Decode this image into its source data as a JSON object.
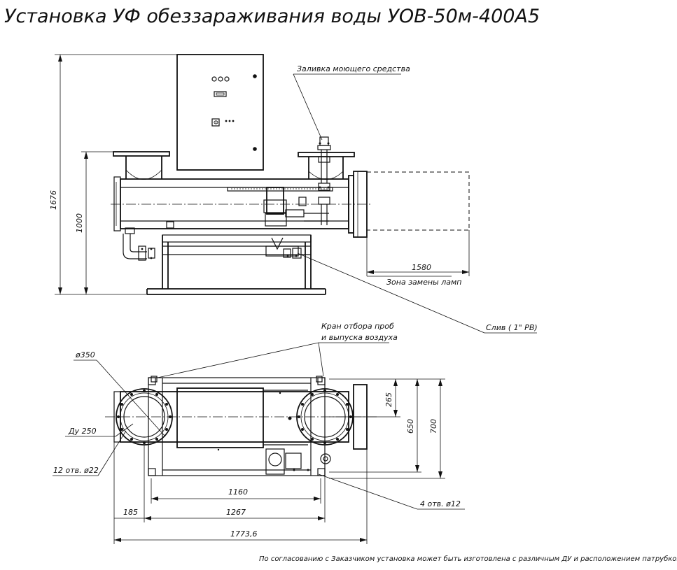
{
  "title": "Установка УФ обеззараживания воды УОВ-50м-400А5",
  "labels": {
    "detergent_fill": "Заливка моющего средства",
    "drain": "Слив ( 1\" РВ)",
    "lamp_zone": "Зона замены ламп",
    "sample_valve_line1": "Кран отбора проб",
    "sample_valve_line2": "и выпуска воздуха",
    "diameter_350": "ø350",
    "du_250": "Ду 250",
    "holes_12": "12 отв. ø22",
    "holes_4": "4 отв. ø12"
  },
  "dimensions": {
    "height_total": "1676",
    "height_axis": "1000",
    "lamp_zone_length": "1580",
    "d265": "265",
    "d650": "650",
    "d700": "700",
    "d1160": "1160",
    "d1267": "1267",
    "d185": "185",
    "d1773": "1773,6"
  },
  "footnote": "По согласованию с Заказчиком установка может быть изготовлена с различным ДУ и расположением патрубков"
}
